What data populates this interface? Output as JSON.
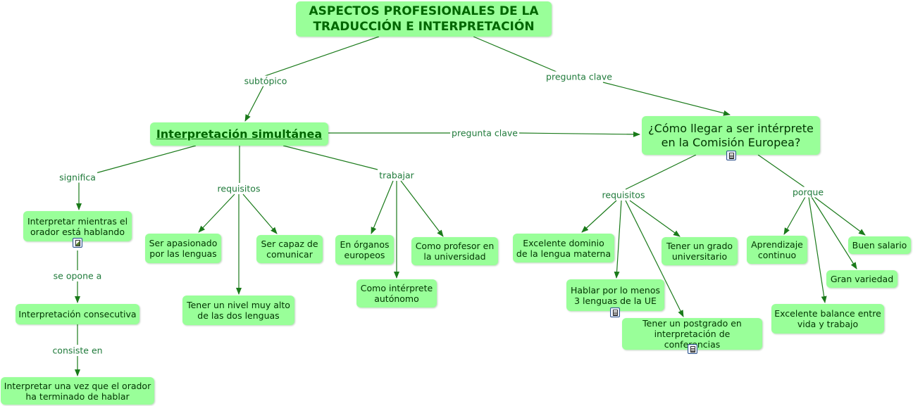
{
  "nodes": {
    "root": "ASPECTOS PROFESIONALES DE LA\nTRADUCCIÓN E INTERPRETACIÓN",
    "simultanea": "Interpretación simultánea",
    "como_llegar": "¿Cómo llegar a ser intérprete\nen la Comisión Europea?",
    "interpretar_mientras": "Interpretar mientras el\norador está hablando",
    "consecutiva": "Interpretación consecutiva",
    "interpretar_vez": "Interpretar una vez que el orador\nha terminado de hablar",
    "apasionado": "Ser apasionado\npor las lenguas",
    "nivel_alto": "Tener un nivel muy alto\nde las dos lenguas",
    "capaz": "Ser capaz de\ncomunicar",
    "organos": "En órganos\neuropeos",
    "autonomo": "Como intérprete\nautónomo",
    "profesor": "Como profesor en\nla universidad",
    "dominio": "Excelente dominio\nde la lengua materna",
    "hablar": "Hablar por lo menos\n3 lenguas de la UE",
    "postgrado": "Tener un postgrado en\ninterpretación de conferencias",
    "grado": "Tener un grado\nuniversitario",
    "aprendizaje": "Aprendizaje\ncontinuo",
    "salario": "Buen salario",
    "variedad": "Gran variedad",
    "balance": "Excelente balance entre\nvida y trabajo"
  },
  "labels": {
    "subtopico": "subtópico",
    "pregunta_clave_1": "pregunta clave",
    "pregunta_clave_2": "pregunta clave",
    "significa": "significa",
    "requisitos_1": "requisitos",
    "trabajar": "trabajar",
    "se_opone_a": "se opone a",
    "consiste_en": "consiste en",
    "requisitos_2": "requisitos",
    "porque": "porque"
  },
  "icons": {
    "resource_doc": "document-resource-icon",
    "resource_img": "image-resource-icon"
  },
  "colors": {
    "node_fill": "#99ff99",
    "link": "#1a7a1a",
    "label_text": "#1f7a3a",
    "title_text": "#006600"
  }
}
